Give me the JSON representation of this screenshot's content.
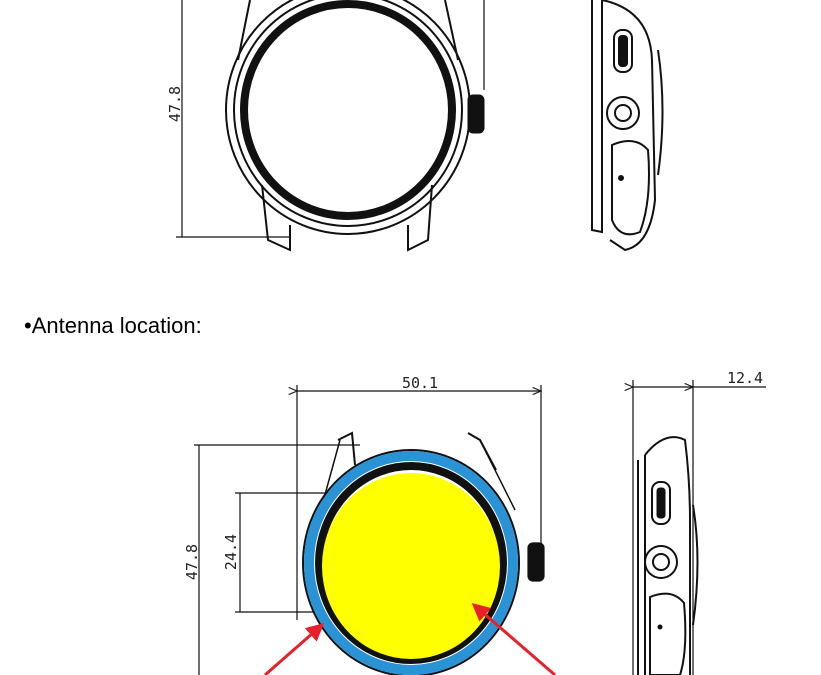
{
  "section_heading": "•Antenna location:",
  "top_drawing": {
    "height_dim": "47.8"
  },
  "bottom_drawing": {
    "width_dim": "50.1",
    "height_dim": "47.8",
    "antenna_height_dim": "24.4",
    "thickness_dim": "12.4"
  },
  "colors": {
    "antenna_ring": "#2a93d5",
    "antenna_area": "#ffff00",
    "arrow": "#e8202a"
  }
}
